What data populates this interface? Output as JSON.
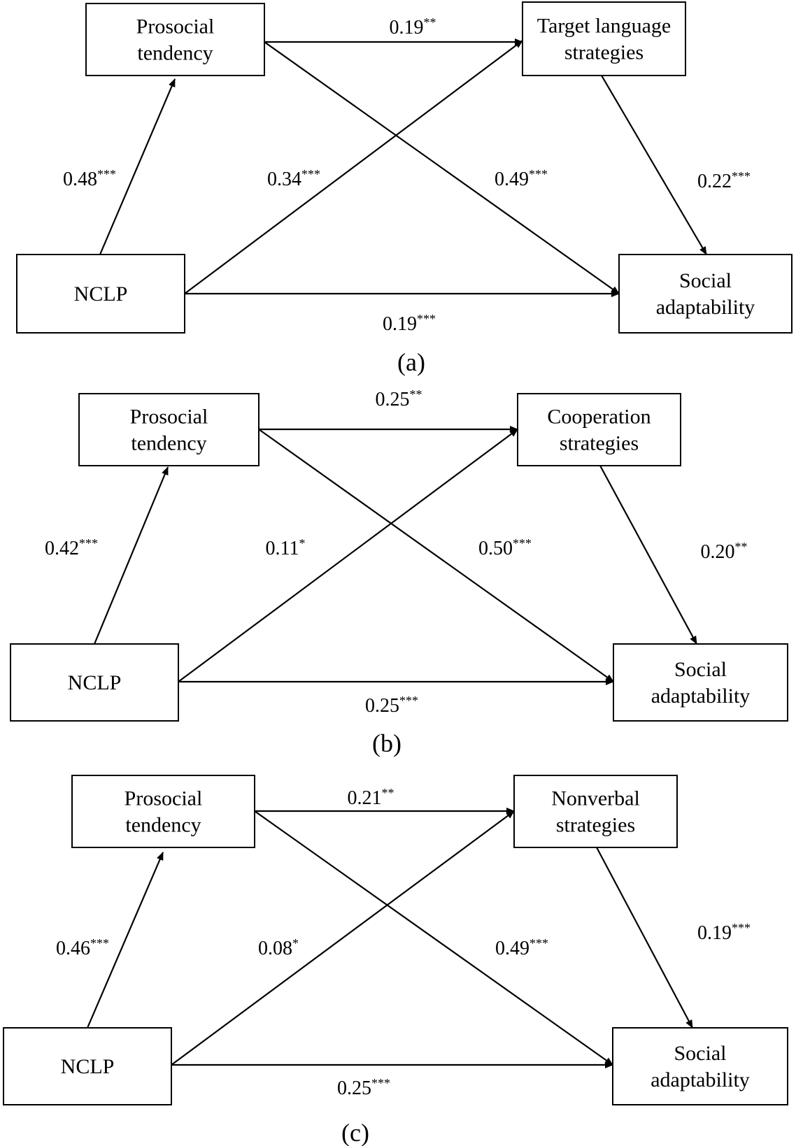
{
  "panels": [
    {
      "label": "(a)",
      "nodes": {
        "prosocial": [
          "Prosocial",
          "tendency"
        ],
        "strategy": [
          "Target language",
          "strategies"
        ],
        "nclp": [
          "NCLP"
        ],
        "social": [
          "Social",
          "adaptability"
        ]
      },
      "coefficients": {
        "prosocial_strategy": {
          "value": "0.19",
          "sig": "**"
        },
        "nclp_prosocial": {
          "value": "0.48",
          "sig": "***"
        },
        "nclp_strategy": {
          "value": "0.34",
          "sig": "***"
        },
        "prosocial_social": {
          "value": "0.49",
          "sig": "***"
        },
        "strategy_social": {
          "value": "0.22",
          "sig": "***"
        },
        "nclp_social": {
          "value": "0.19",
          "sig": "***"
        }
      }
    },
    {
      "label": "(b)",
      "nodes": {
        "prosocial": [
          "Prosocial",
          "tendency"
        ],
        "strategy": [
          "Cooperation",
          "strategies"
        ],
        "nclp": [
          "NCLP"
        ],
        "social": [
          "Social",
          "adaptability"
        ]
      },
      "coefficients": {
        "prosocial_strategy": {
          "value": "0.25",
          "sig": "**"
        },
        "nclp_prosocial": {
          "value": "0.42",
          "sig": "***"
        },
        "nclp_strategy": {
          "value": "0.11",
          "sig": "*"
        },
        "prosocial_social": {
          "value": "0.50",
          "sig": "***"
        },
        "strategy_social": {
          "value": "0.20",
          "sig": "**"
        },
        "nclp_social": {
          "value": "0.25",
          "sig": "***"
        }
      }
    },
    {
      "label": "(c)",
      "nodes": {
        "prosocial": [
          "Prosocial",
          "tendency"
        ],
        "strategy": [
          "Nonverbal",
          "strategies"
        ],
        "nclp": [
          "NCLP"
        ],
        "social": [
          "Social",
          "adaptability"
        ]
      },
      "coefficients": {
        "prosocial_strategy": {
          "value": "0.21",
          "sig": "**"
        },
        "nclp_prosocial": {
          "value": "0.46",
          "sig": "***"
        },
        "nclp_strategy": {
          "value": "0.08",
          "sig": "*"
        },
        "prosocial_social": {
          "value": "0.49",
          "sig": "***"
        },
        "strategy_social": {
          "value": "0.19",
          "sig": "***"
        },
        "nclp_social": {
          "value": "0.25",
          "sig": "***"
        }
      }
    }
  ]
}
